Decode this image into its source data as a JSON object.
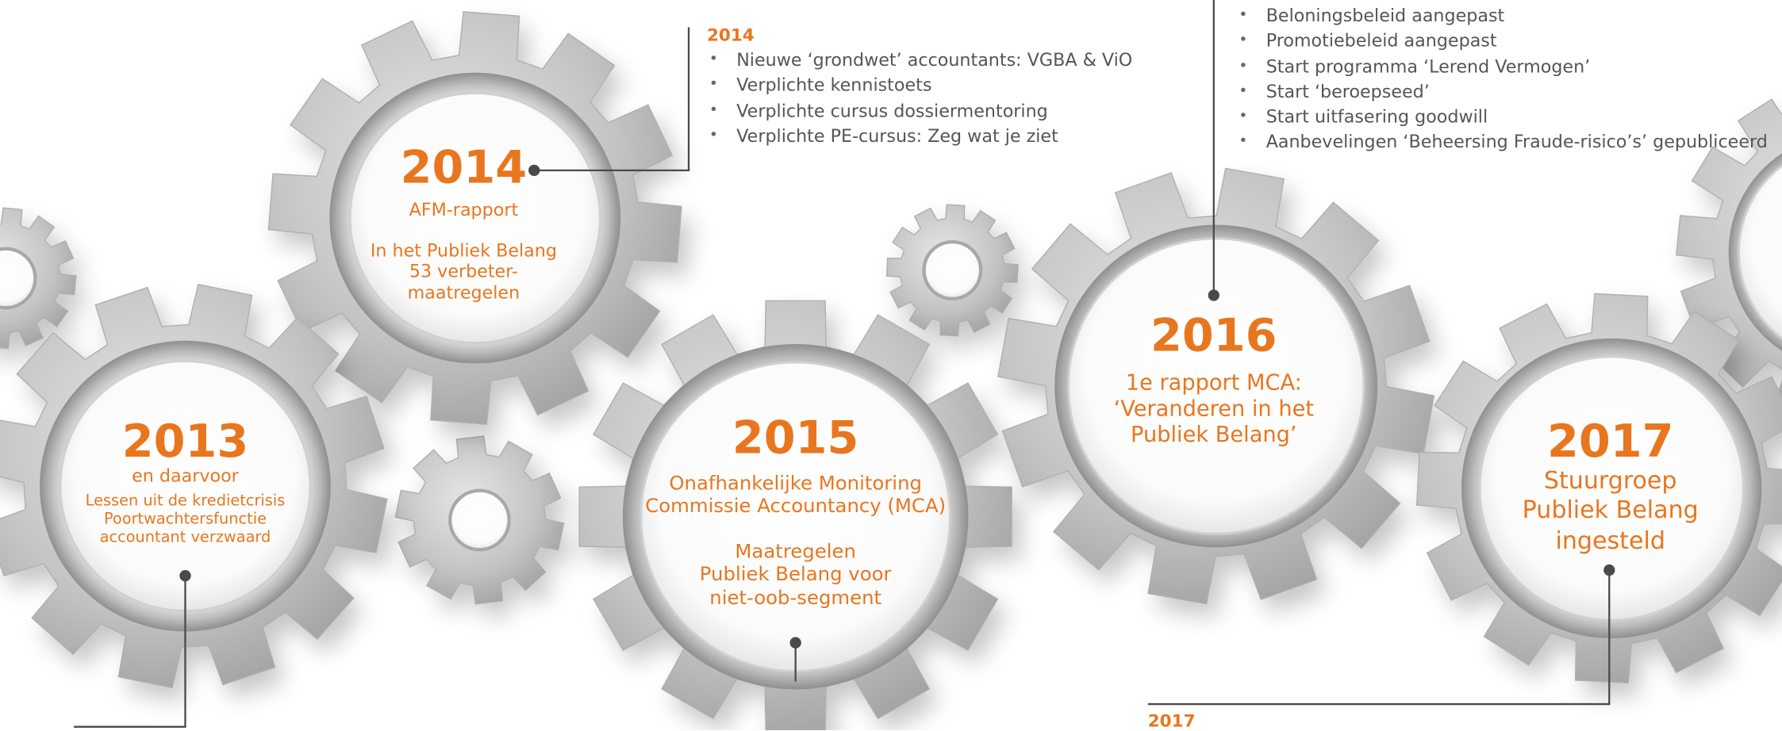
{
  "theme": {
    "accent": "#e8761f",
    "text": "#555555",
    "gear_light": "#d6d6d6",
    "gear_dark": "#9e9e9e",
    "connector": "#4a4a4a"
  },
  "gears": {
    "g2014": {
      "year": "2014",
      "lines": [
        "AFM-rapport",
        "",
        "In het Publiek Belang",
        "53 verbeter-",
        "maatregelen"
      ]
    },
    "g2013": {
      "year": "2013",
      "sub": "en daarvoor",
      "lines": [
        "Lessen uit de kredietcrisis",
        "Poortwachtersfunctie",
        "accountant verzwaard"
      ]
    },
    "g2015": {
      "year": "2015",
      "lines": [
        "Onafhankelijke Monitoring",
        "Commissie Accountancy (MCA)",
        "",
        "Maatregelen",
        "Publiek Belang voor",
        "niet-oob-segment"
      ]
    },
    "g2016": {
      "year": "2016",
      "lines": [
        "1e rapport MCA:",
        "‘Veranderen in het",
        "Publiek Belang’"
      ]
    },
    "g2017": {
      "year": "2017",
      "lines": [
        "Stuurgroep",
        "Publiek Belang",
        "ingesteld"
      ]
    }
  },
  "notes": {
    "n2014": {
      "year": "2014",
      "items": [
        "Nieuwe ‘grondwet’ accountants: VGBA & ViO",
        "Verplichte kennistoets",
        "Verplichte cursus dossiermentoring",
        "Verplichte PE-cursus: Zeg wat je ziet"
      ]
    },
    "n2016": {
      "items": [
        "Beloningsbeleid aangepast",
        "Promotiebeleid aangepast",
        "Start programma ‘Lerend Vermogen’",
        "Start ‘beroepseed’",
        "Start uitfasering goodwill",
        "Aanbevelingen ‘Beheersing Fraude-risico’s’ gepubliceerd"
      ]
    },
    "n2017": {
      "year": "2017"
    }
  }
}
